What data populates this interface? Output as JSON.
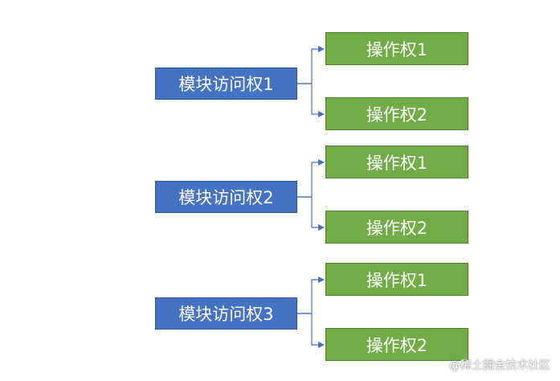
{
  "diagram": {
    "groups": [
      {
        "module": "模块访问权1",
        "operations": [
          "操作权1",
          "操作权2"
        ]
      },
      {
        "module": "模块访问权2",
        "operations": [
          "操作权1",
          "操作权2"
        ]
      },
      {
        "module": "模块访问权3",
        "operations": [
          "操作权1",
          "操作权2"
        ]
      }
    ]
  },
  "watermark": "@稀土掘金技术社区",
  "colors": {
    "module_fill": "#4472c4",
    "operation_fill": "#70ad47",
    "connector": "#4472c4"
  }
}
